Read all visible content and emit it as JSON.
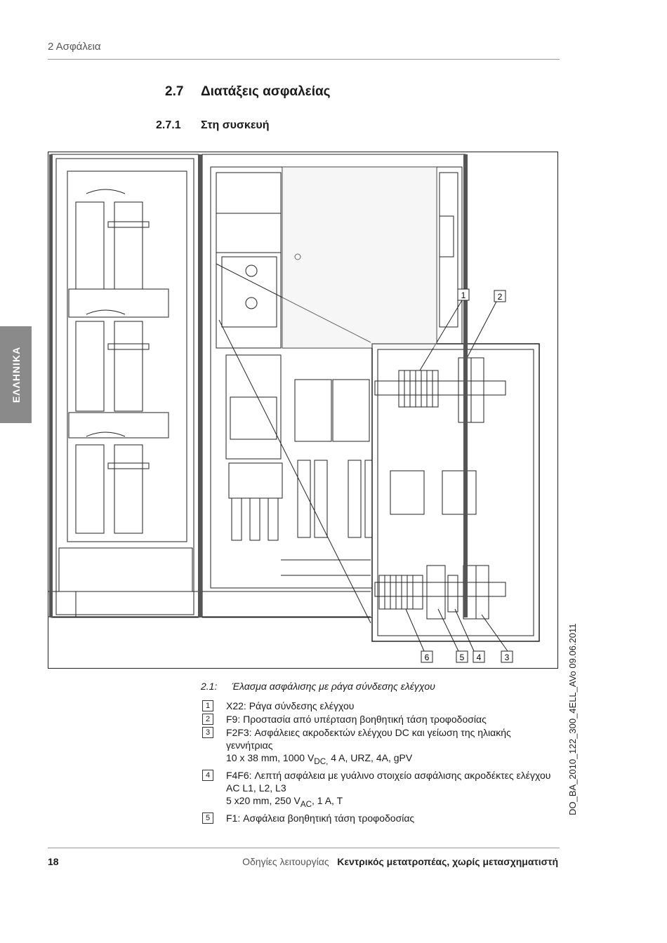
{
  "header": {
    "section": "2 Ασφάλεια"
  },
  "heading2": {
    "number": "2.7",
    "title": "Διατάξεις ασφαλείας"
  },
  "heading3": {
    "number": "2.7.1",
    "title": "Στη συσκευή"
  },
  "side_tab": {
    "label": "ΕΛΛΗΝΙΚΑ"
  },
  "figure": {
    "callouts": [
      "1",
      "2",
      "3",
      "4",
      "5",
      "6"
    ]
  },
  "caption": {
    "number": "2.1:",
    "text": "Έλασμα ασφάλισης με ράγα σύνδεσης ελέγχου"
  },
  "legend": [
    {
      "num": "1",
      "lines": [
        "X22: Ράγα σύνδεσης ελέγχου"
      ]
    },
    {
      "num": "2",
      "lines": [
        "F9: Προστασία από υπέρταση βοηθητική τάση τροφοδοσίας"
      ]
    },
    {
      "num": "3",
      "lines": [
        "F2F3: Ασφάλειες ακροδεκτών ελέγχου DC και γείωση της ηλιακής γεννήτριας"
      ],
      "spec": {
        "pre": "10 x 38 mm, 1000 V",
        "sub": "DC,",
        "post": " 4 A, URZ, 4A, gPV"
      }
    },
    {
      "num": "4",
      "lines": [
        "F4F6: Λεπτή ασφάλεια με γυάλινο στοιχείο ασφάλισης ακροδέκτες ελέγχου AC L1, L2, L3"
      ],
      "spec": {
        "pre": "5 x20 mm, 250 V",
        "sub": "AC",
        "post": ", 1 A, T"
      }
    },
    {
      "num": "5",
      "lines": [
        "F1: Ασφάλεια βοηθητική τάση τροφοδοσίας"
      ]
    }
  ],
  "doc_code": "DO_BA_2010_122_300_4ELL_AVo   09.06.2011",
  "footer": {
    "page": "18",
    "doc_type": "Οδηγίες λειτουργίας",
    "product": "Κεντρικός μετατροπέας, χωρίς μετασχηματιστή"
  }
}
